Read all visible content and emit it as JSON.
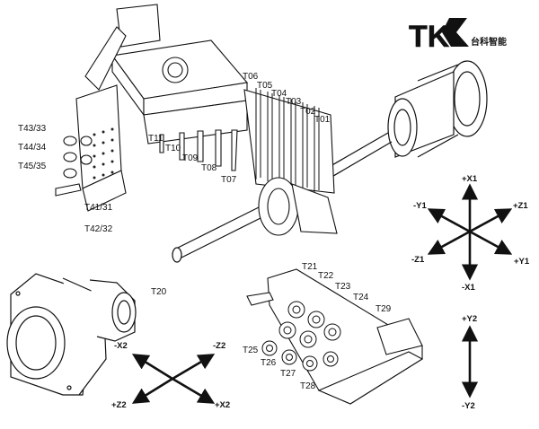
{
  "brand": {
    "logo_letters": "TK",
    "chinese_name": "台科智能"
  },
  "tool_labels": {
    "T01": "T01",
    "T02": "T02",
    "T03": "T03",
    "T04": "T04",
    "T05": "T05",
    "T06": "T06",
    "T07": "T07",
    "T08": "T08",
    "T09": "T09",
    "T10": "T10",
    "T11": "T11",
    "T20": "T20",
    "T21": "T21",
    "T22": "T22",
    "T23": "T23",
    "T24": "T24",
    "T25": "T25",
    "T26": "T26",
    "T27": "T27",
    "T28": "T28",
    "T29": "T29",
    "T41_31": "T41/31",
    "T42_32": "T42/32",
    "T43_33": "T43/33",
    "T44_34": "T44/34",
    "T45_35": "T45/35"
  },
  "axes_main": {
    "plus_x1": "+X1",
    "minus_x1": "-X1",
    "minus_y1": "-Y1",
    "plus_y1": "+Y1",
    "plus_z1": "+Z1",
    "minus_z1": "-Z1"
  },
  "axes_y2": {
    "plus_y2": "+Y2",
    "minus_y2": "-Y2"
  },
  "axes_sub": {
    "minus_x2": "-X2",
    "minus_z2": "-Z2",
    "plus_z2": "+Z2",
    "plus_x2": "+X2"
  }
}
